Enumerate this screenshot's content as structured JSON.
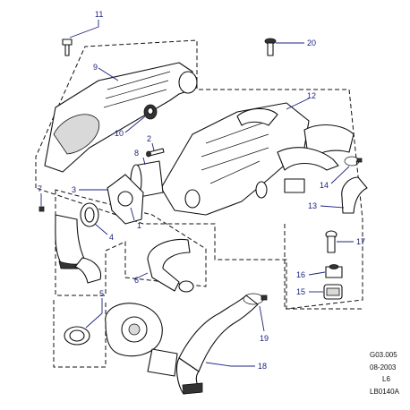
{
  "callouts": {
    "c1": "1",
    "c2": "2",
    "c3": "3",
    "c4": "4",
    "c5": "5",
    "c6": "6",
    "c7": "7",
    "c8": "8",
    "c9": "9",
    "c10": "10",
    "c11": "11",
    "c12": "12",
    "c13": "13",
    "c14": "14",
    "c15": "15",
    "c16": "16",
    "c17": "17",
    "c18": "18",
    "c19": "19",
    "c20": "20"
  },
  "footer": {
    "ref": "G03.005",
    "date": "08-2003",
    "model": "L6",
    "code": "LB0140A"
  },
  "colors": {
    "callout": "#1a237e",
    "line": "#111111"
  }
}
